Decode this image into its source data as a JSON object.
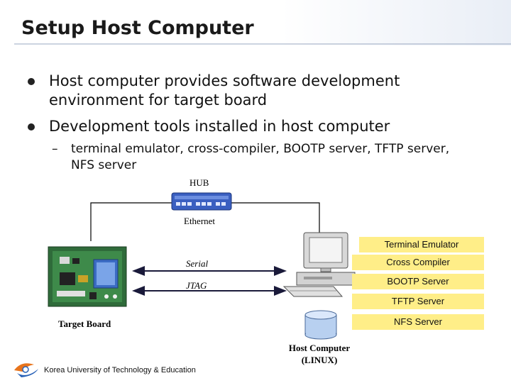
{
  "title": "Setup Host Computer",
  "bullets": [
    {
      "line1": "Host computer provides software development",
      "line2": "environment for target board"
    },
    {
      "line1": "Development tools installed in host computer"
    }
  ],
  "sub_bullet": {
    "dash": "–",
    "line1": "terminal emulator, cross-compiler, BOOTP server, TFTP server,",
    "line2": "NFS server"
  },
  "diagram": {
    "hub_label": "HUB",
    "ethernet_label": "Ethernet",
    "serial_label": "Serial",
    "jtag_label": "JTAG",
    "target_board_label": "Target Board",
    "host_computer_label": "Host Computer",
    "host_os_label": "(LINUX)",
    "services": [
      "Terminal Emulator",
      "Cross Compiler",
      "BOOTP Server",
      "TFTP Server",
      "NFS Server"
    ]
  },
  "footer": {
    "institution": "Korea University of Technology & Education"
  },
  "colors": {
    "service_box": "#ffee88",
    "hub_blue": "#3a5fc0",
    "logo_orange": "#e8741c",
    "logo_blue": "#2a63b8"
  }
}
